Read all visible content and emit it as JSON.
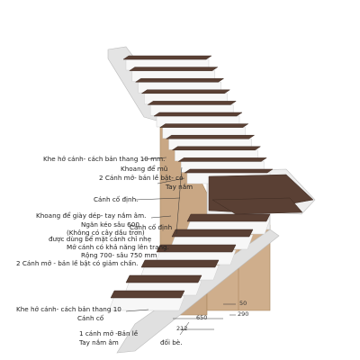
{
  "colors": {
    "tread": "#5a4034",
    "tread_edge": "#3e2b22",
    "riser": "#f7f7f7",
    "stringer": "#e4e4e4",
    "stringer_shadow": "#c9c9c9",
    "cabinet_wood": "#c9a784",
    "cabinet_wood_dark": "#b08b66",
    "leader_line": "#333333"
  },
  "labels": [
    "Khe hở cánh- cách bản thang 10 mm.",
    "Khoang để mũ",
    "2 Cánh mở- bản lề bật- có",
    "Tay nắm",
    "Cánh cố định.",
    "Khoang để giày dép- tay nắm âm.",
    "Ngăn kéo sâu 600",
    "(Không có cây dầu trơn)",
    "Cánh cố định",
    "được dùng bể mặt cánh chỉ nhẹ",
    "Mở cánh có khả năng lên trang.",
    "Rộng 700- sâu 750 mm",
    "2 Cánh mở - bản lề bật có giảm chấn.",
    "Khe hở cánh- cách bản thang 10",
    "Cánh cố",
    "1 cánh mở -Bản lề",
    "Tay nắm âm",
    "đối bè."
  ],
  "dimensions": [
    "50",
    "290",
    "650",
    "212"
  ]
}
